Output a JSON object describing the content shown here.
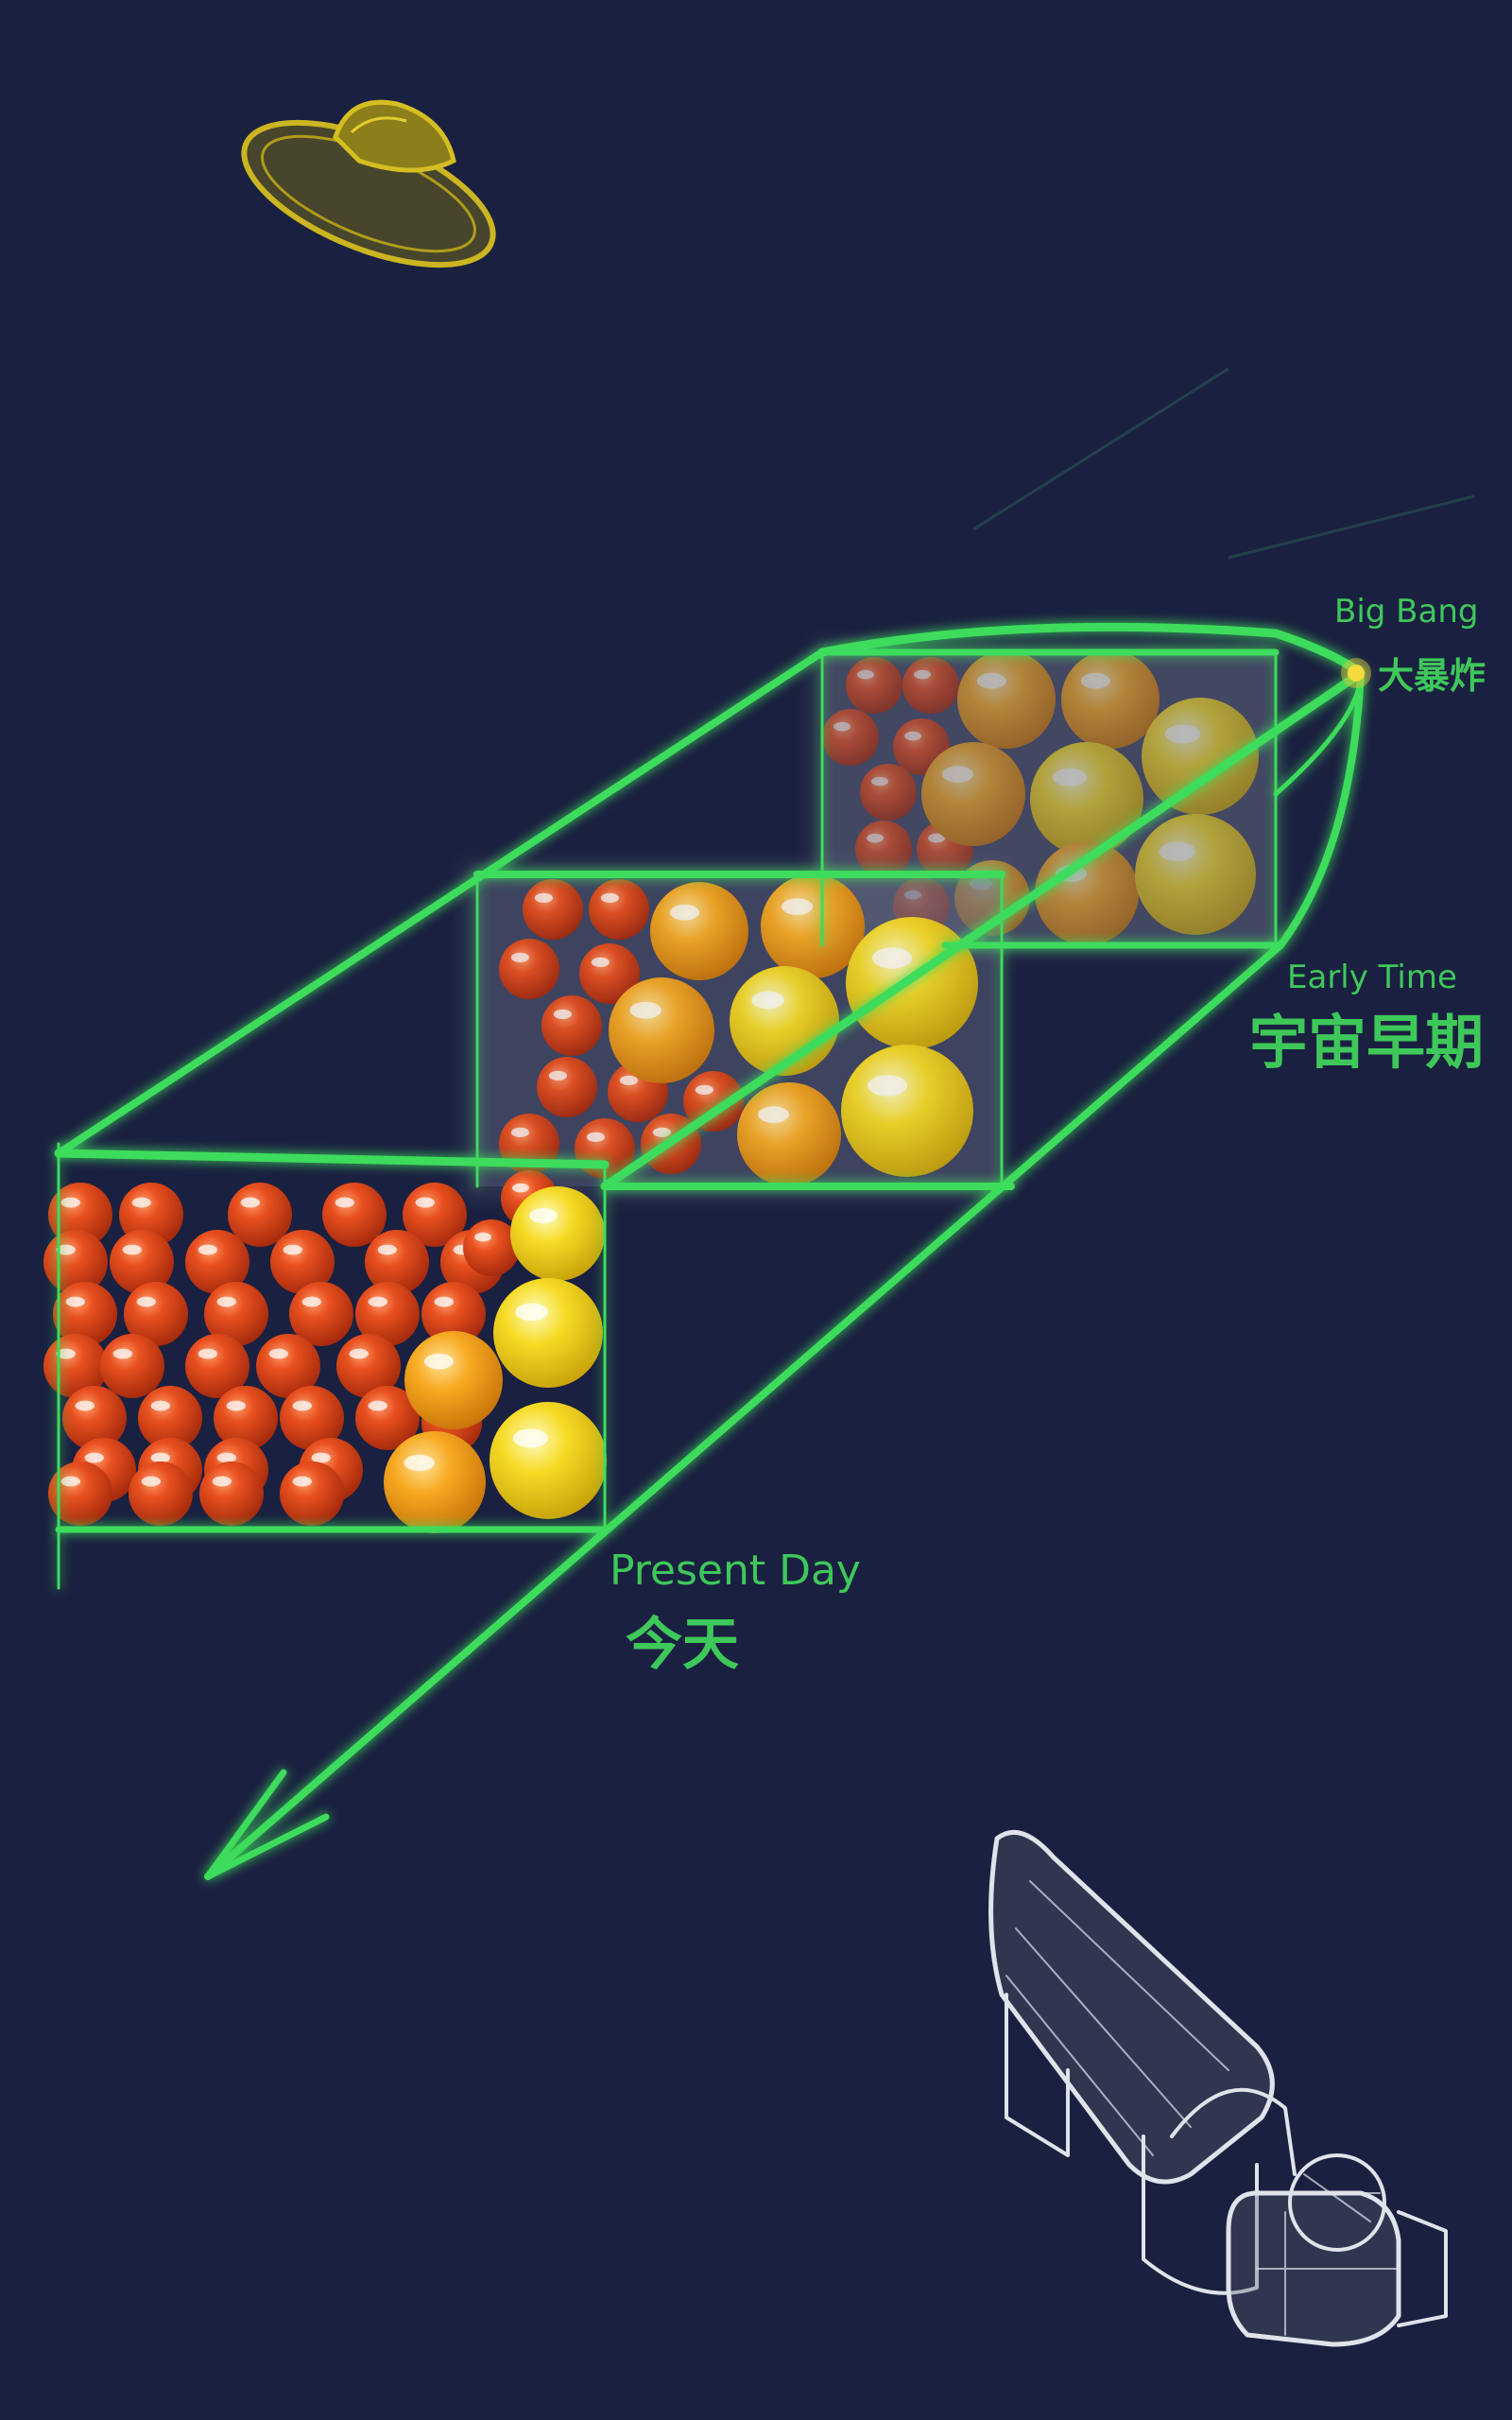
{
  "labels": {
    "big_bang_en": "Big Bang",
    "big_bang_zh": "大暴炸",
    "early_time_en": "Early Time",
    "early_time_zh": "宇宙早期",
    "present_day_en": "Present Day",
    "present_day_zh": "今天"
  },
  "colors": {
    "background": "#1a2040",
    "frame_green": "#3ddc5c",
    "ball_red": "#d9401a",
    "ball_orange": "#f5a21a",
    "ball_yellow": "#f2d41c",
    "ufo_yellow": "#c9b41e",
    "telescope_white": "#dfe3ea"
  },
  "icons": [
    "ufo-icon",
    "telescope-icon"
  ]
}
